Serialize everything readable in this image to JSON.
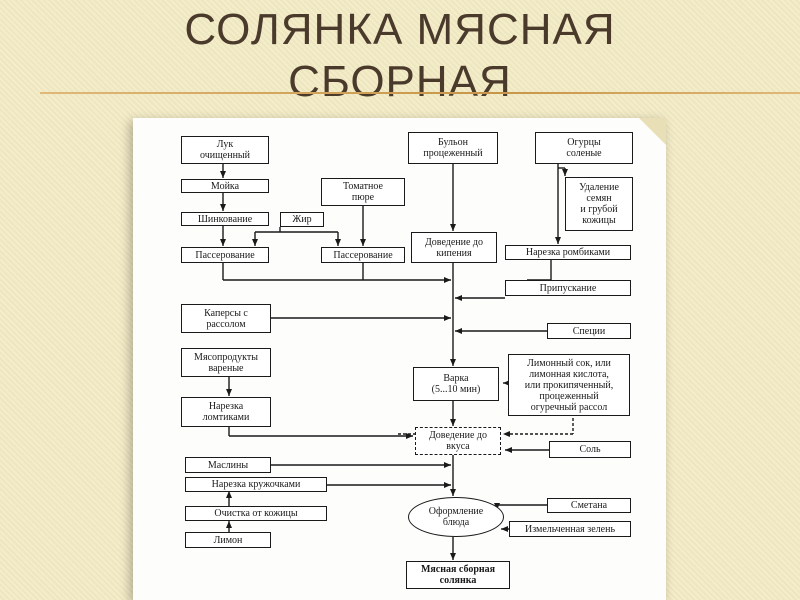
{
  "title": "СОЛЯНКА МЯСНАЯ\nСБОРНАЯ",
  "diagram": {
    "luk": "Лук\nочищенный",
    "moyka": "Мойка",
    "shinkovanie": "Шинкование",
    "zhir": "Жир",
    "tomat": "Томатное\nпюре",
    "passerovanie_1": "Пассерование",
    "passerovanie_2": "Пассерование",
    "bulon": "Бульон\nпроцеженный",
    "dovedenie_kipenie": "Доведение до\nкипения",
    "ogurtsy": "Огурцы\nсоленые",
    "udalenie": "Удаление\nсемян\nи грубой\nкожицы",
    "narezka_rombikami": "Нарезка ромбиками",
    "pripuskanie": "Припускание",
    "kapersy": "Каперсы с\nрассолом",
    "spetsii": "Специи",
    "myasoprodukty": "Мясопродукты\nвареные",
    "narezka_lomtikami": "Нарезка\nломтиками",
    "varka": "Варка\n(5...10 мин)",
    "limonny_sok": "Лимонный сок, или\nлимонная кислота,\nили прокипяченный,\nпроцеженный\nогуречный рассол",
    "dovedenie_vkus": "Доведение до\nвкуса",
    "sol": "Соль",
    "masliny": "Маслины",
    "narezka_kruzhochkami": "Нарезка кружочками",
    "ochistka": "Очистка от кожицы",
    "limon": "Лимон",
    "smetana": "Сметана",
    "oformlenie": "Оформление\nблюда",
    "zelen": "Измельченная зелень",
    "result": "Мясная сборная\nсолянка"
  }
}
